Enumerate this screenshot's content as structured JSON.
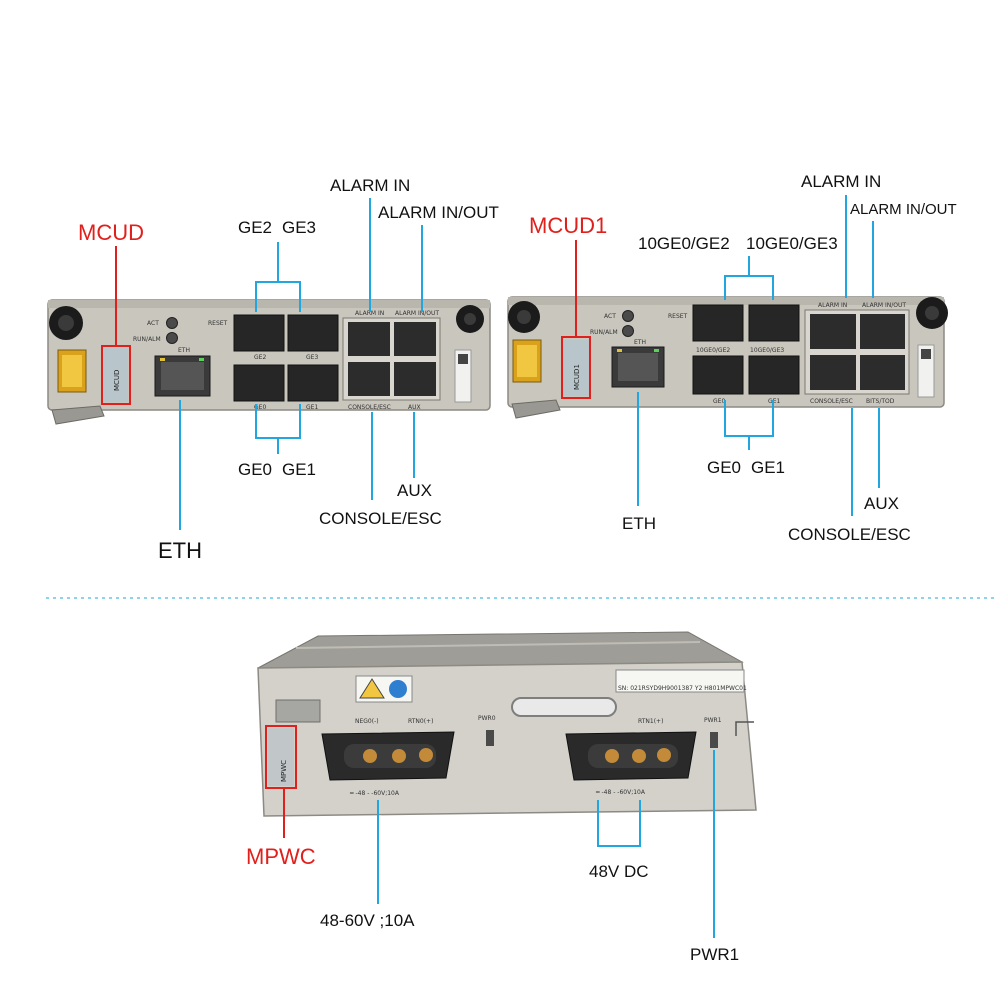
{
  "board_mcud": {
    "name": "MCUD",
    "labels": {
      "alarm_in": "ALARM IN",
      "alarm_in_out": "ALARM IN/OUT",
      "ge2": "GE2",
      "ge3": "GE3",
      "ge0": "GE0",
      "ge1": "GE1",
      "aux": "AUX",
      "console": "CONSOLE/ESC",
      "eth": "ETH"
    },
    "panel_text": {
      "act": "ACT",
      "run_alm": "RUN/ALM",
      "reset": "RESET",
      "eth": "ETH",
      "alarm_in": "ALARM IN",
      "alarm_in_out": "ALARM IN/OUT",
      "console": "CONSOLE/ESC",
      "aux": "AUX",
      "ge2": "GE2",
      "ge3": "GE3",
      "ge0": "GE0",
      "ge1": "GE1",
      "vertical_name": "MCUD"
    }
  },
  "board_mcud1": {
    "name": "MCUD1",
    "labels": {
      "alarm_in": "ALARM IN",
      "alarm_in_out": "ALARM IN/OUT",
      "ge2": "10GE0/GE2",
      "ge3": "10GE0/GE3",
      "ge0": "GE0",
      "ge1": "GE1",
      "aux": "AUX",
      "console": "CONSOLE/ESC",
      "eth": "ETH"
    },
    "panel_text": {
      "act": "ACT",
      "run_alm": "RUN/ALM",
      "reset": "RESET",
      "eth": "ETH",
      "alarm_in": "ALARM IN",
      "alarm_in_out": "ALARM IN/OUT",
      "console": "CONSOLE/ESC",
      "bits": "BITS/TOD",
      "ge2": "10GE0/GE2",
      "ge3": "10GE0/GE3",
      "ge0": "GE0",
      "ge1": "GE1",
      "vertical_name": "MCUD1"
    }
  },
  "board_mpwc": {
    "name": "MPWC",
    "labels": {
      "spec": "48-60V ;10A",
      "dc": "48V  DC",
      "pwr1": "PWR1"
    },
    "panel_text": {
      "neg0": "NEG0(-)",
      "rtn0": "RTN0(+)",
      "pwr0": "PWR0",
      "rtn1": "RTN1(+)",
      "pwr1": "PWR1",
      "rating_left": "═ -48 - -60V;10A",
      "rating_right": "═ -48 - -60V;10A",
      "serial": "SN: 021RSYD9H9001387  Y2  H801MPWC01",
      "vertical_name": "MPWC"
    }
  },
  "colors": {
    "red": "#e0201c",
    "blue": "#22a6e0",
    "panel": "#c9c6bd",
    "divider": "#8fd3ea"
  }
}
